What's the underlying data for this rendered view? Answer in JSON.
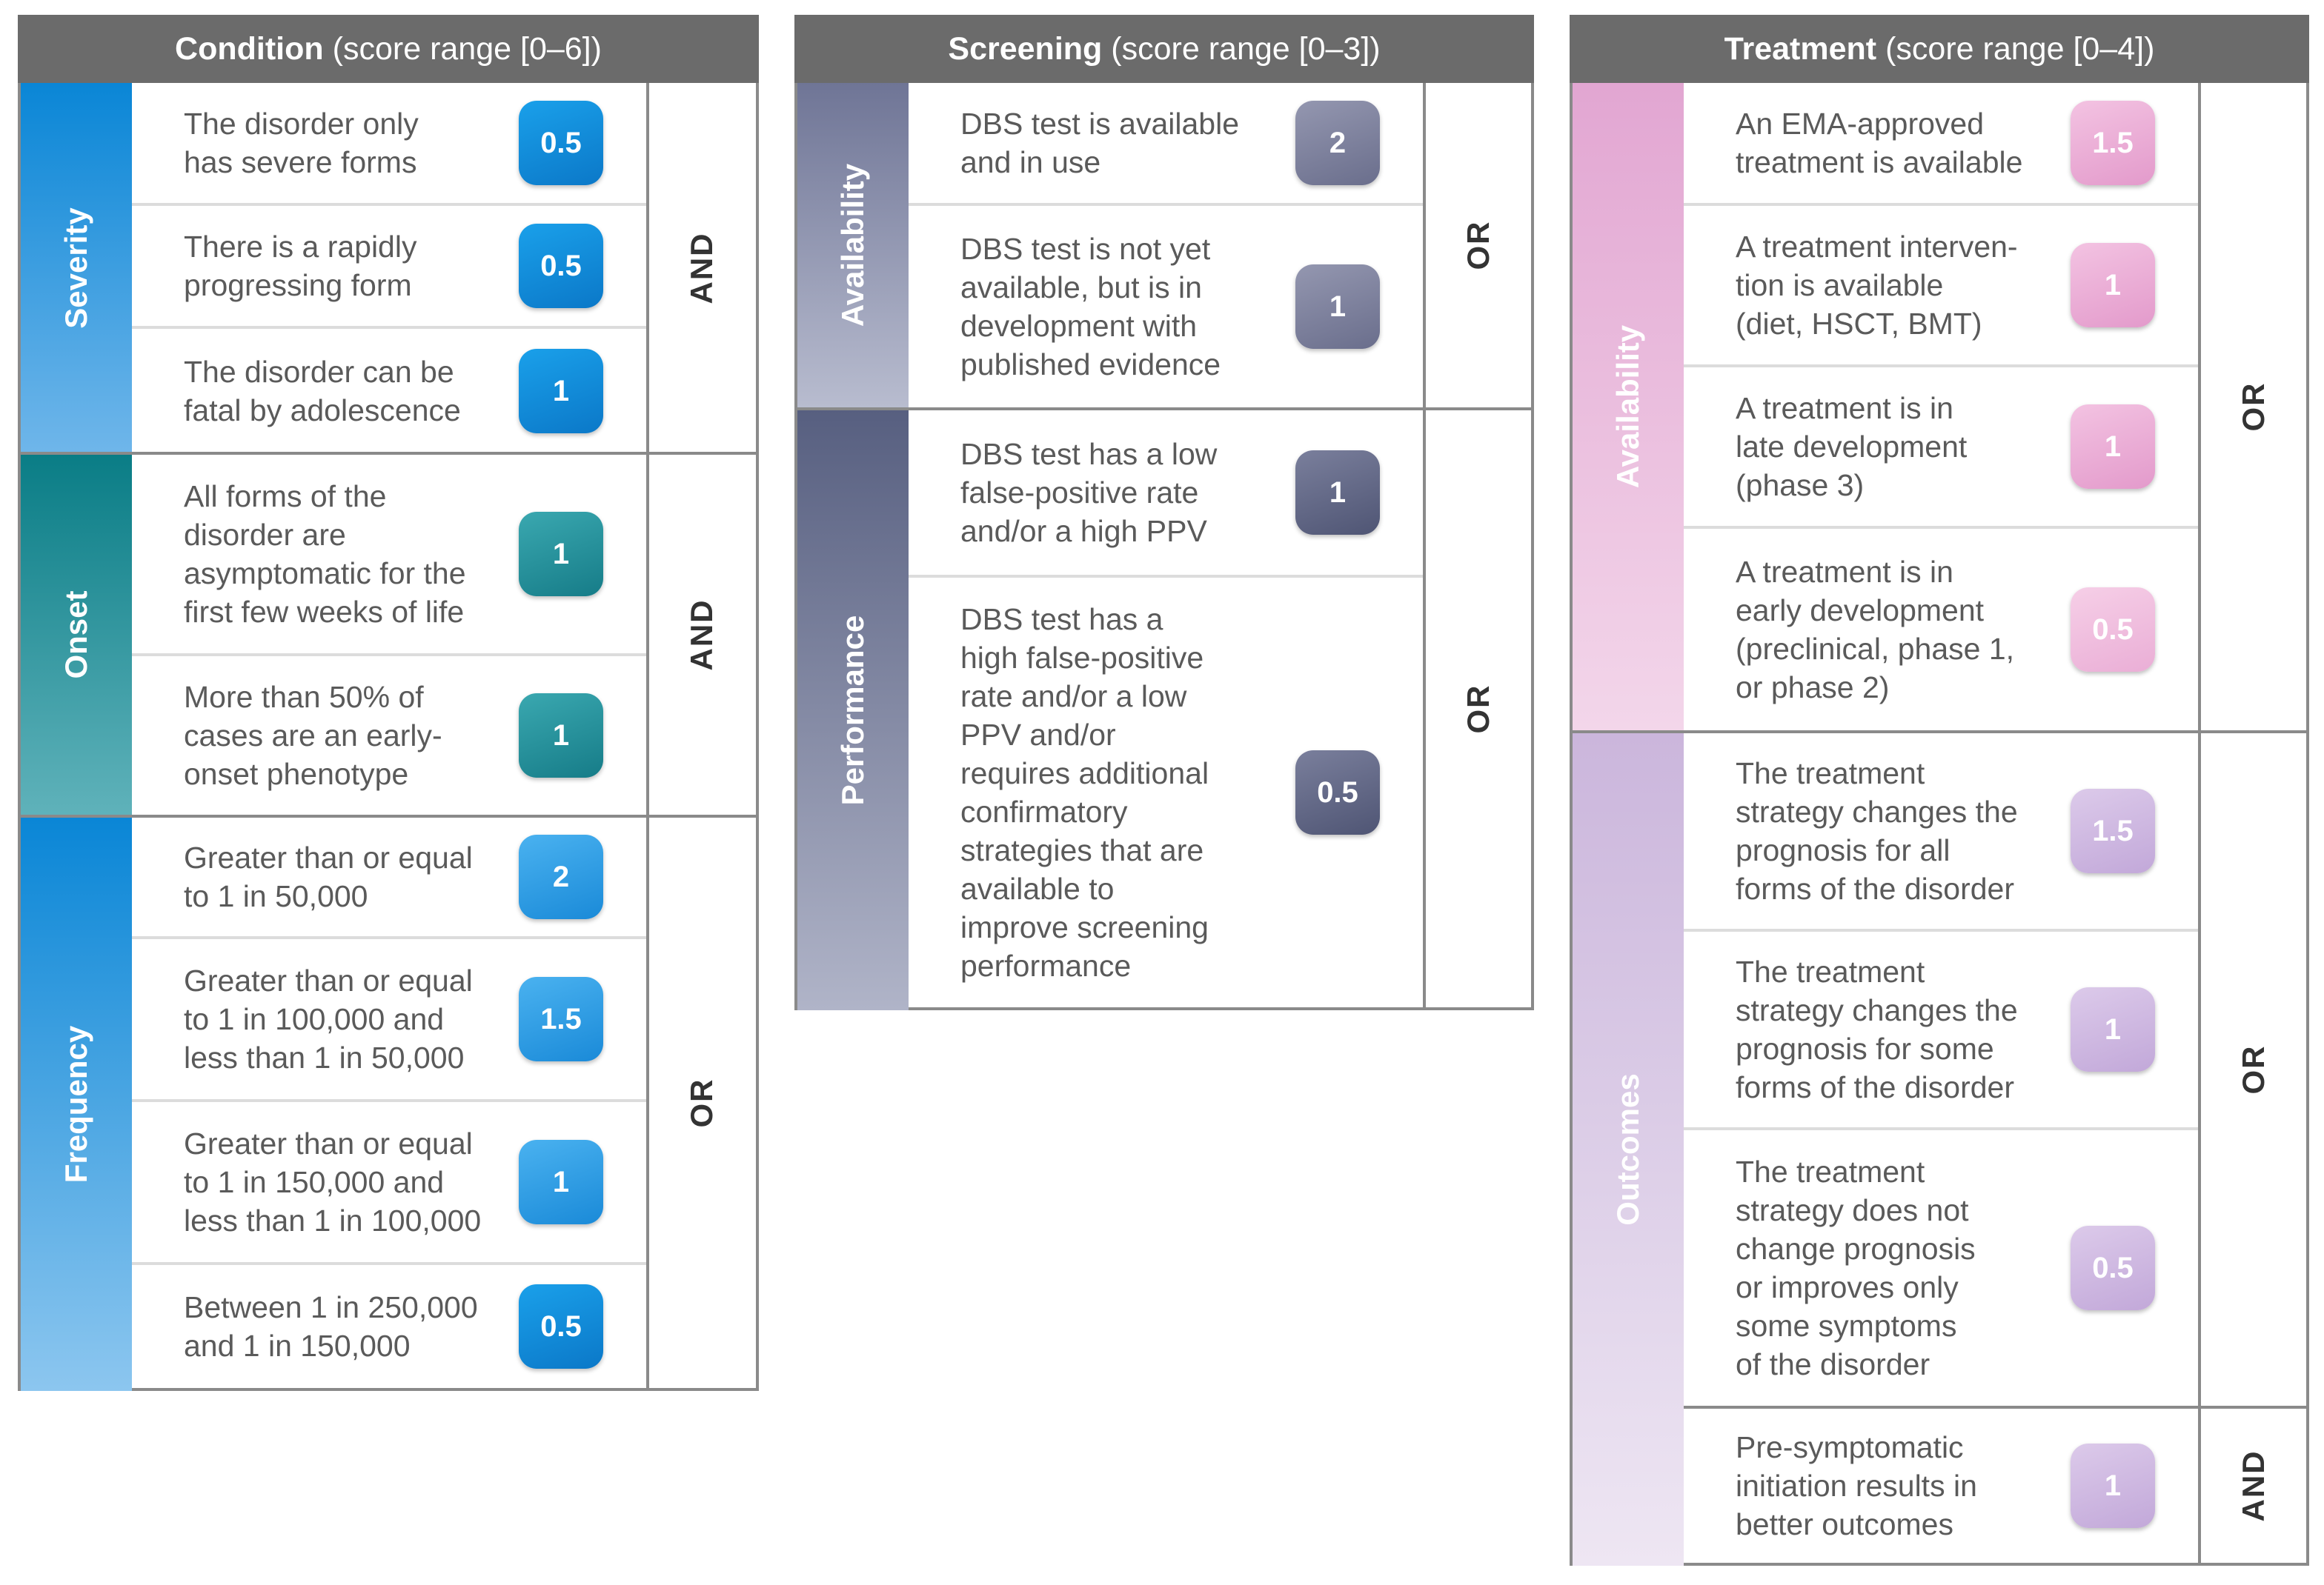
{
  "condition": {
    "title_bold": "Condition",
    "title_rest": "(score range [0–6])",
    "severity": {
      "label": "Severity",
      "rows": [
        {
          "text": "The disorder only\nhas severe forms",
          "score": "0.5"
        },
        {
          "text": "There is a rapidly\nprogressing form",
          "score": "0.5"
        },
        {
          "text": "The disorder can be\nfatal by adolescence",
          "score": "1"
        }
      ],
      "logic": "AND"
    },
    "onset": {
      "label": "Onset",
      "rows": [
        {
          "text": "All forms of the\ndisorder are\nasymptomatic for the\nfirst few weeks of life",
          "score": "1"
        },
        {
          "text": "More than 50% of\ncases are an early-\nonset phenotype",
          "score": "1"
        }
      ],
      "logic": "AND"
    },
    "frequency": {
      "label": "Frequency",
      "rows": [
        {
          "text": "Greater than or equal\nto 1 in 50,000",
          "score": "2"
        },
        {
          "text": "Greater than or equal\nto 1 in 100,000 and\nless than 1 in 50,000",
          "score": "1.5"
        },
        {
          "text": "Greater than or equal\nto 1 in 150,000 and\nless than 1 in 100,000",
          "score": "1"
        },
        {
          "text": "Between 1 in 250,000\nand 1 in 150,000",
          "score": "0.5"
        }
      ],
      "logic": "OR"
    }
  },
  "screening": {
    "title_bold": "Screening",
    "title_rest": "(score range [0–3])",
    "availability": {
      "label": "Availability",
      "rows": [
        {
          "text": "DBS test is available\nand in use",
          "score": "2"
        },
        {
          "text": "DBS test is not yet\navailable, but is in\ndevelopment with\npublished evidence",
          "score": "1"
        }
      ],
      "logic": "OR"
    },
    "performance": {
      "label": "Performance",
      "rows": [
        {
          "text": "DBS test has a low\nfalse-positive rate\nand/or a high PPV",
          "score": "1"
        },
        {
          "text": "DBS test has a\nhigh false-positive\nrate and/or a low\nPPV and/or\nrequires additional\nconfirmatory\nstrategies that are\navailable to\nimprove screening\nperformance",
          "score": "0.5"
        }
      ],
      "logic": "OR"
    }
  },
  "treatment": {
    "title_bold": "Treatment",
    "title_rest": "(score range [0–4])",
    "availability": {
      "label": "Availability",
      "rows": [
        {
          "text": "An EMA-approved\ntreatment is available",
          "score": "1.5"
        },
        {
          "text": "A treatment interven-\ntion is available\n(diet, HSCT, BMT)",
          "score": "1"
        },
        {
          "text": "A treatment is in\nlate development\n(phase 3)",
          "score": "1"
        },
        {
          "text": "A treatment is in\nearly development\n(preclinical, phase 1,\nor phase 2)",
          "score": "0.5"
        }
      ],
      "logic": "OR"
    },
    "outcomes": {
      "label": "Outcomes",
      "rows": [
        {
          "text": "The treatment\nstrategy changes the\nprognosis for all\nforms of the disorder",
          "score": "1.5"
        },
        {
          "text": "The treatment\nstrategy changes the\nprognosis for some\nforms of the disorder",
          "score": "1"
        },
        {
          "text": "The treatment\nstrategy does not\nchange prognosis\nor improves only\nsome symptoms\nof the disorder",
          "score": "0.5"
        },
        {
          "text": "Pre-symptomatic\ninitiation results in\nbetter outcomes",
          "score": "1"
        }
      ],
      "logic_or": "OR",
      "logic_and": "AND"
    }
  }
}
